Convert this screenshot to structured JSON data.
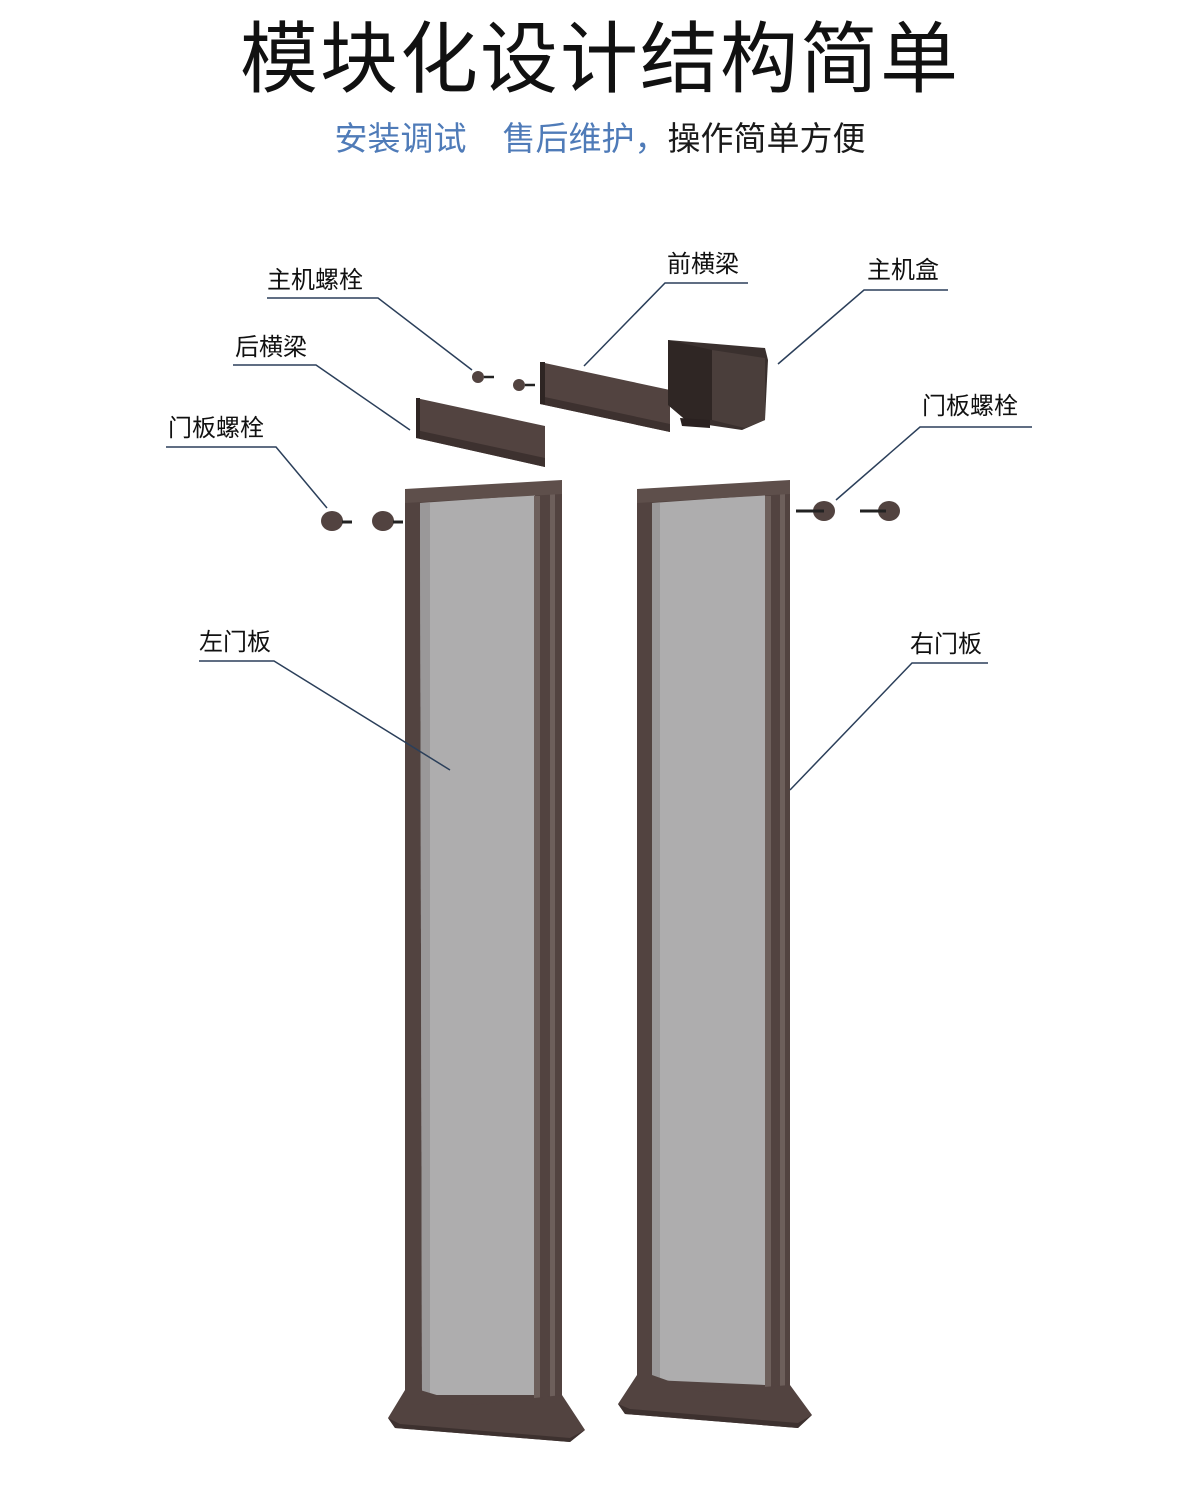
{
  "title": "模块化设计结构简单",
  "subtitle": {
    "part1": "安装调试",
    "part2": "售后维护",
    "comma": "，",
    "part3": "操作简单方便"
  },
  "colors": {
    "accent": "#4f7bb8",
    "frame": "#524340",
    "frame_dark": "#3d312f",
    "panel": "#b0afb0",
    "leader": "#2b3f5a"
  },
  "labels": {
    "host_bolt": "主机螺栓",
    "front_beam": "前横梁",
    "host_box": "主机盒",
    "rear_beam": "后横梁",
    "door_bolt_left": "门板螺栓",
    "door_bolt_right": "门板螺栓",
    "left_panel": "左门板",
    "right_panel": "右门板"
  }
}
